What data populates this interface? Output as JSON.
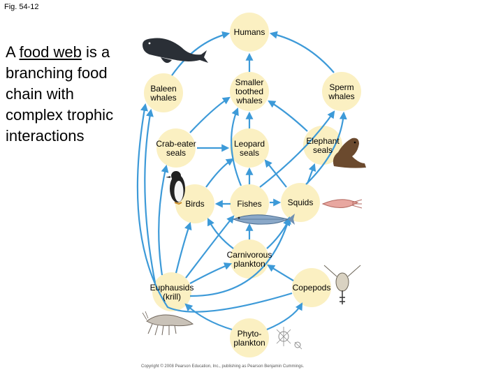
{
  "figure_label": "Fig. 54-12",
  "caption": {
    "prefix": "A ",
    "link_text": "food web",
    "suffix": " is a branching food chain with complex trophic interactions"
  },
  "nodes": {
    "humans": [
      "Humans"
    ],
    "baleen": [
      "Baleen",
      "whales"
    ],
    "smaller_toothed": [
      "Smaller",
      "toothed",
      "whales"
    ],
    "sperm": [
      "Sperm",
      "whales"
    ],
    "crabeater": [
      "Crab-eater",
      "seals"
    ],
    "leopard": [
      "Leopard",
      "seals"
    ],
    "elephant": [
      "Elephant",
      "seals"
    ],
    "birds": [
      "Birds"
    ],
    "fishes": [
      "Fishes"
    ],
    "squids": [
      "Squids"
    ],
    "carnivorous": [
      "Carnivorous",
      "plankton"
    ],
    "euphausids": [
      "Euphausids",
      "(krill)"
    ],
    "copepods": [
      "Copepods"
    ],
    "phyto": [
      "Phyto-",
      "plankton"
    ]
  },
  "copyright": "Copyright © 2008 Pearson Education, Inc., publishing as Pearson Benjamin Cummings.",
  "colors": {
    "node_fill": "#fbf0c2",
    "arrow": "#3d9ad8"
  }
}
